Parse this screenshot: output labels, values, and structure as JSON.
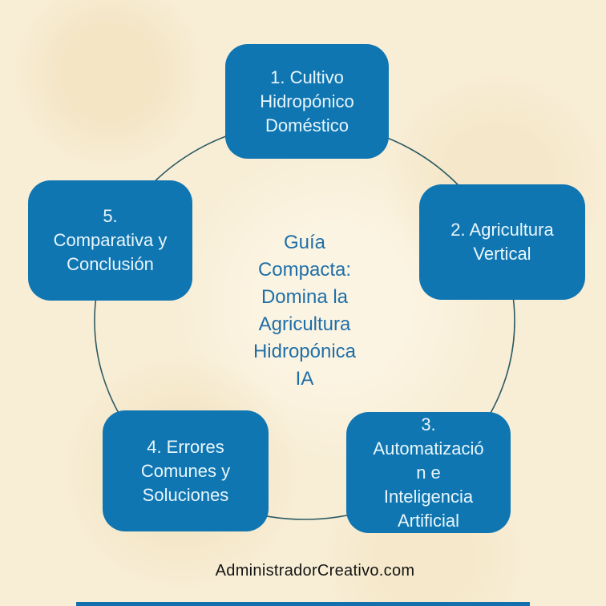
{
  "diagram": {
    "center_label": "Guía\nCompacta:\nDomina la\nAgricultura\nHidropónica\nIA",
    "nodes": [
      {
        "id": 1,
        "label": "1. Cultivo\nHidropónico\nDoméstico"
      },
      {
        "id": 2,
        "label": "2. Agricultura\nVertical"
      },
      {
        "id": 3,
        "label": "3.\nAutomatizació\nn e\nInteligencia\nArtificial"
      },
      {
        "id": 4,
        "label": "4. Errores\nComunes y\nSoluciones"
      },
      {
        "id": 5,
        "label": "5.\nComparativa y\nConclusión"
      }
    ]
  },
  "footer": {
    "website": "AdministradorCreativo.com"
  },
  "colors": {
    "background": "#f8eed6",
    "node_fill": "#1076b2",
    "node_text": "#e8f6fc",
    "center_text": "#1f6fa7",
    "ring_stroke": "#2c5a64",
    "footer_text": "#141414",
    "accent_bar": "#1470ad"
  }
}
